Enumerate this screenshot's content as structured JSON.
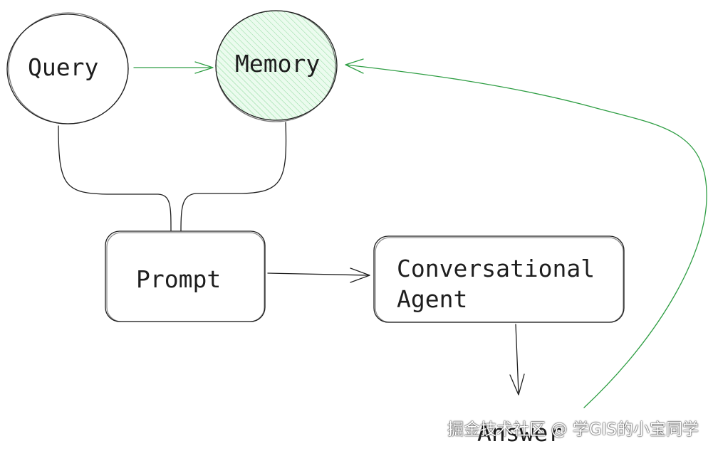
{
  "nodes": {
    "query": "Query",
    "memory": "Memory",
    "prompt": "Prompt",
    "agent_line1": "Conversational",
    "agent_line2": "Agent",
    "answer": "Answer"
  },
  "colors": {
    "stroke": "#1e1e1e",
    "accent_green": "#2f9e44",
    "memory_fill": "#b2f2bb"
  },
  "watermark": "掘金技术社区 @ 学GIS的小宝同学"
}
